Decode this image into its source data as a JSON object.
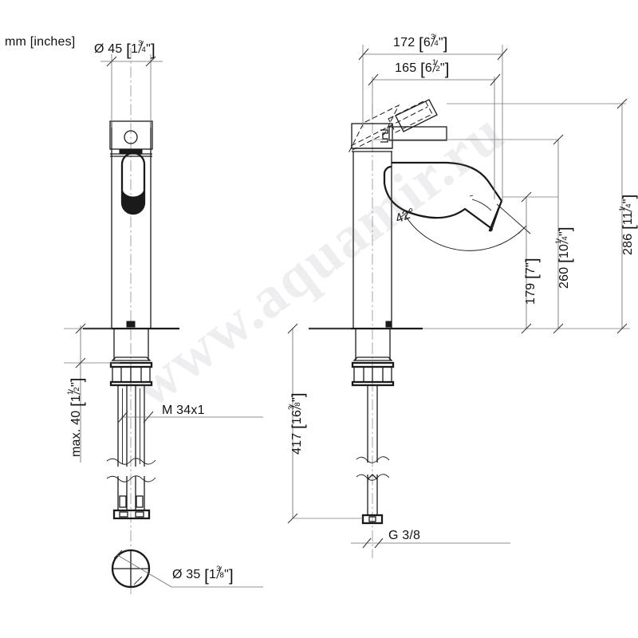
{
  "drawing": {
    "unit_label": "mm [inches]",
    "watermark": "www.aquamir.ru",
    "subject": "single-lever basin mixer tall",
    "line_color": "#1a1a1a",
    "dim_line_color": "#6e6e6e",
    "center_line_color": "#9a9a9a"
  },
  "views": {
    "front": {
      "name": "front-view"
    },
    "side": {
      "name": "side-view"
    }
  },
  "dimensions": {
    "dia45": {
      "value_mm": "Ø 45",
      "value_in_whole": "1",
      "value_in_num": "3",
      "value_in_den": "4"
    },
    "dia35": {
      "value_mm": "Ø 35",
      "value_in_whole": "1",
      "value_in_num": "3",
      "value_in_den": "8"
    },
    "max40": {
      "prefix": "max. 40",
      "value_in_whole": "1",
      "value_in_num": "1",
      "value_in_den": "2"
    },
    "d172": {
      "value_mm": "172",
      "value_in_whole": "6",
      "value_in_num": "3",
      "value_in_den": "4"
    },
    "d165": {
      "value_mm": "165",
      "value_in_whole": "6",
      "value_in_num": "1",
      "value_in_den": "2"
    },
    "d179": {
      "value_mm": "179",
      "value_in_whole": "7",
      "value_in_num": "",
      "value_in_den": ""
    },
    "d260": {
      "value_mm": "260",
      "value_in_whole": "10",
      "value_in_num": "1",
      "value_in_den": "4"
    },
    "d286": {
      "value_mm": "286",
      "value_in_whole": "11",
      "value_in_num": "1",
      "value_in_den": "4"
    },
    "d417": {
      "value_mm": "417",
      "value_in_whole": "16",
      "value_in_num": "3",
      "value_in_den": "8"
    },
    "angle42": {
      "text": "42°"
    }
  },
  "callouts": {
    "thread_body": "M 34x1",
    "thread_supply": "G 3/8"
  }
}
